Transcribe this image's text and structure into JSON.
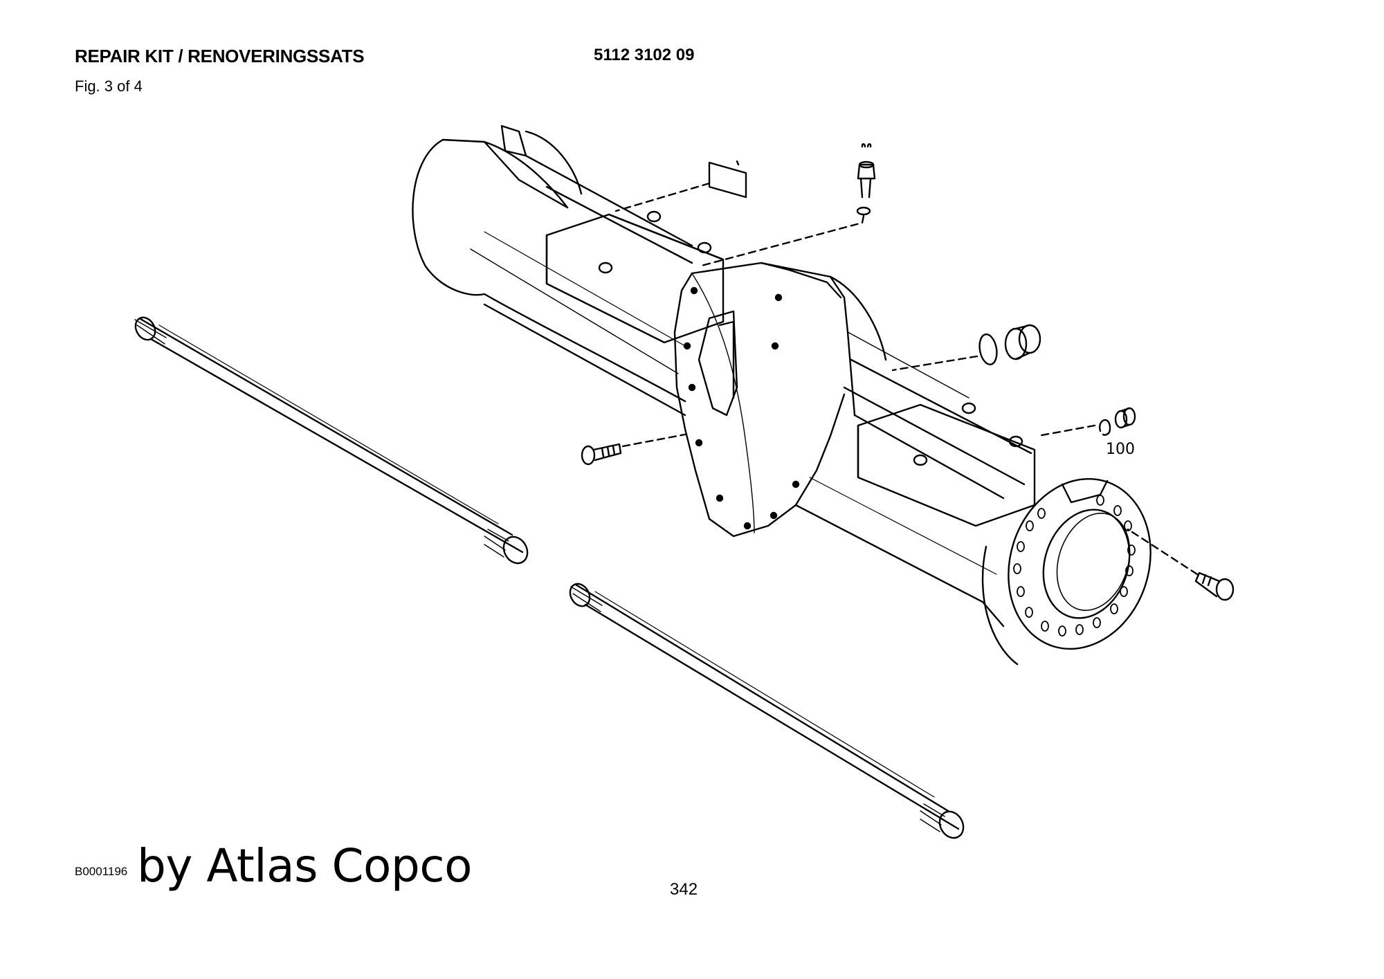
{
  "header": {
    "title": "REPAIR KIT / RENOVERINGSSATS",
    "part_number": "5112 3102 09",
    "figure": "Fig. 3 of 4"
  },
  "drawing": {
    "subject": "axle-housing-exploded-view",
    "callouts": [
      "100"
    ],
    "parts": [
      "axle-housing",
      "left-drive-shaft",
      "right-drive-shaft",
      "cover-plate",
      "breather-plug",
      "seal-ring",
      "plug",
      "small-plug",
      "flange-bolt",
      "hub-bolt"
    ]
  },
  "footer": {
    "drawing_code": "B0001196",
    "brand": "by Atlas Copco",
    "page_number": "342"
  }
}
